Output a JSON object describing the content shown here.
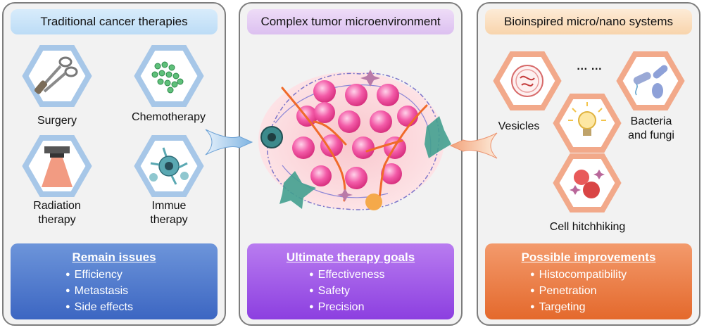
{
  "panels": {
    "traditional": {
      "title": "Traditional cancer therapies",
      "therapies": [
        "Surgery",
        "Chemotherapy",
        "Radiation therapy",
        "Immue therapy"
      ],
      "summary_title": "Remain issues",
      "summary_items": [
        "Efficiency",
        "Metastasis",
        "Side effects"
      ],
      "colors": {
        "accent": "#4a72c8",
        "header": "#c8e2f8",
        "hexagon": "#a7c7e8"
      }
    },
    "microenvironment": {
      "title": "Complex tumor microenvironment",
      "summary_title": "Ultimate therapy goals",
      "summary_items": [
        "Effectiveness",
        "Safety",
        "Precision"
      ],
      "colors": {
        "accent": "#9a4ee6",
        "header": "#e3ccf3",
        "cell": "#f35ba8"
      }
    },
    "bioinspired": {
      "title": "Bioinspired micro/nano systems",
      "systems": [
        "Vesicles",
        "Bacteria and fungi",
        "Cell hitchhiking"
      ],
      "ellipsis": "… …",
      "summary_title": "Possible improvements",
      "summary_items": [
        "Histocompatibility",
        "Penetration",
        "Targeting"
      ],
      "colors": {
        "accent": "#ea7a40",
        "header": "#fbdfc0",
        "hexagon": "#f2a98a"
      }
    }
  },
  "icons": [
    "scissors-icon",
    "drug-particles-icon",
    "radiation-lamp-icon",
    "immune-cell-icon",
    "vesicle-icon",
    "lightbulb-icon",
    "bacteria-icon",
    "red-blood-cell-icon"
  ]
}
